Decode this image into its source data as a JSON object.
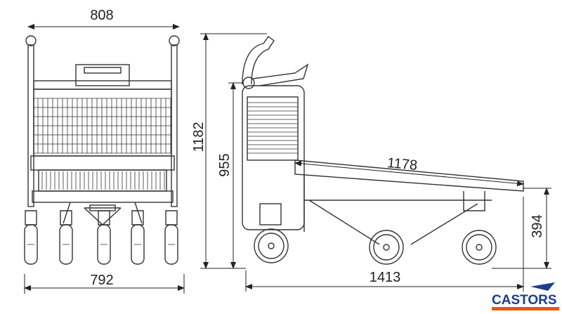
{
  "title": "Cart technical drawing",
  "dimensions": {
    "front_top_width": "808",
    "front_bottom_width": "792",
    "total_height": "1182",
    "basket_height": "955",
    "platform_length": "1178",
    "platform_height": "394",
    "total_length": "1413"
  },
  "logo": {
    "text": "CASTORS",
    "color": "#1d3d8f",
    "accent": "#e8541c"
  }
}
